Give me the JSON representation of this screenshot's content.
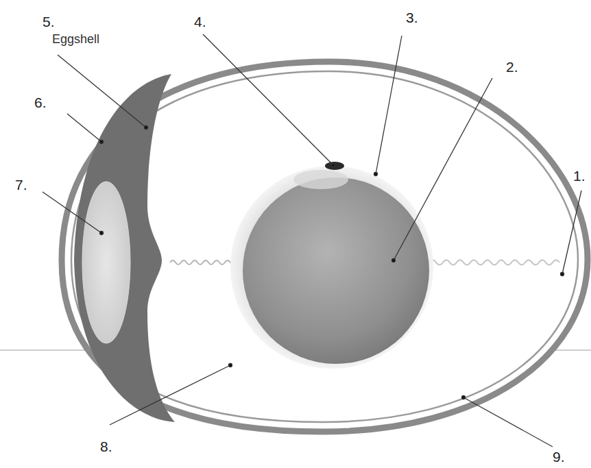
{
  "diagram": {
    "labels": [
      "5.",
      "4.",
      "3.",
      "Eggshell",
      "2.",
      "6.",
      "1.",
      "7.",
      "8.",
      "9."
    ]
  }
}
